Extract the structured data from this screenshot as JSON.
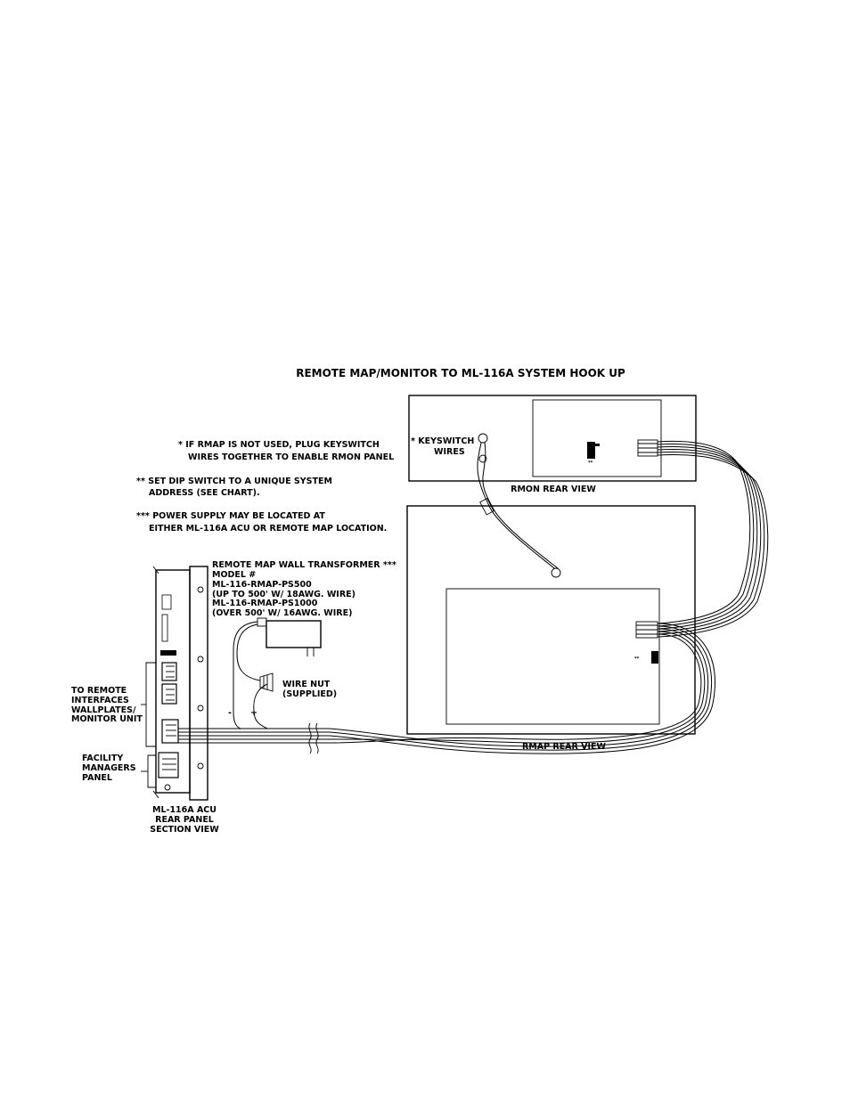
{
  "title": "REMOTE MAP/MONITOR TO ML-116A SYSTEM HOOK UP",
  "notes": {
    "rmap_not_used_1": "* IF RMAP IS NOT USED, PLUG KEYSWITCH",
    "rmap_not_used_2": "WIRES TOGETHER TO ENABLE RMON PANEL",
    "dip_1": "** SET DIP SWITCH TO A UNIQUE SYSTEM",
    "dip_2": "ADDRESS (SEE CHART).",
    "power_1": "*** POWER SUPPLY MAY BE LOCATED AT",
    "power_2": "EITHER ML-116A ACU OR REMOTE MAP LOCATION."
  },
  "keyswitch": {
    "line1": "* KEYSWITCH",
    "line2": "WIRES"
  },
  "rmon_label": "RMON REAR VIEW",
  "rmap_label": "RMAP REAR VIEW",
  "dip_marks": {
    "rmon": "**",
    "rmap": "**"
  },
  "transformer": {
    "line1": "REMOTE MAP WALL TRANSFORMER ***",
    "line2": "MODEL #",
    "line3": "ML-116-RMAP-PS500",
    "line4": "(UP TO 500' W/ 18AWG. WIRE)",
    "line5": "ML-116-RMAP-PS1000",
    "line6": "(OVER 500' W/ 16AWG. WIRE)"
  },
  "wire_nut": {
    "line1": "WIRE NUT",
    "line2": "(SUPPLIED)"
  },
  "polarity": {
    "minus": "-",
    "plus": "+"
  },
  "remote_interfaces": {
    "line1": "TO REMOTE",
    "line2": "INTERFACES",
    "line3": "WALLPLATES/",
    "line4": "MONITOR UNIT"
  },
  "facility": {
    "line1": "FACILITY",
    "line2": "MANAGERS",
    "line3": "PANEL"
  },
  "acu": {
    "line1": "ML-116A ACU",
    "line2": "REAR PANEL",
    "line3": "SECTION VIEW"
  }
}
